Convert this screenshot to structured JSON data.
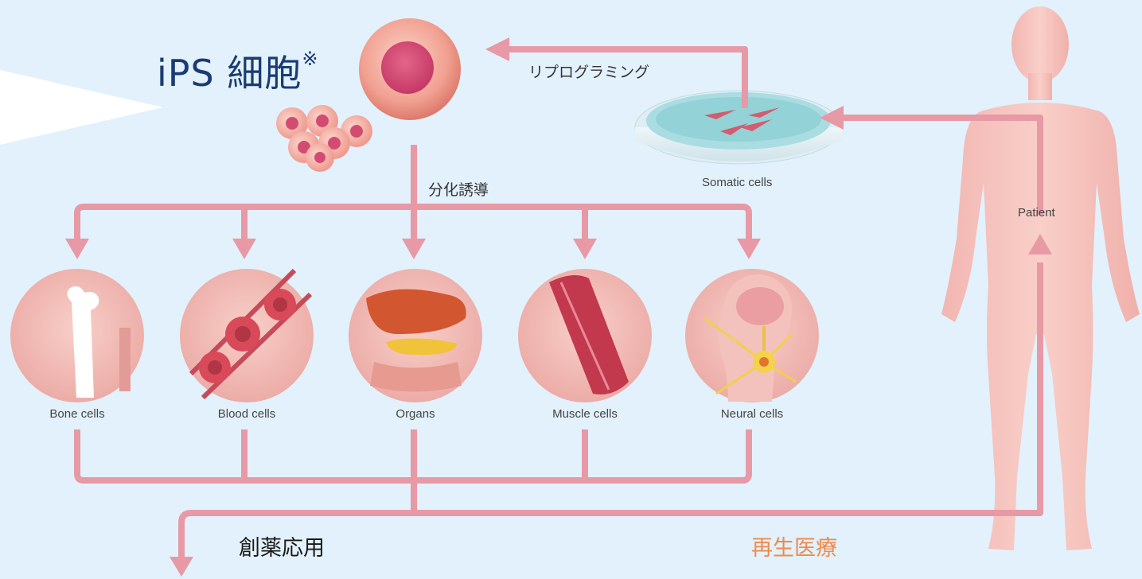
{
  "ips": {
    "title": "iPS 細胞",
    "mark": "※"
  },
  "process": {
    "reprogramming": "リプログラミング",
    "differentiation": "分化誘導"
  },
  "somatic_label": "Somatic cells",
  "patient_label": "Patient",
  "cells": [
    {
      "label": "Bone cells"
    },
    {
      "label": "Blood cells"
    },
    {
      "label": "Organs"
    },
    {
      "label": "Muscle cells"
    },
    {
      "label": "Neural cells"
    }
  ],
  "outputs": {
    "drug_discovery": "創薬応用",
    "regenerative_medicine": "再生医療"
  },
  "colors": {
    "background": "#e2f1fb",
    "arrow": "#e899a6",
    "title": "#1a3b73",
    "regen": "#ee8a4e"
  }
}
